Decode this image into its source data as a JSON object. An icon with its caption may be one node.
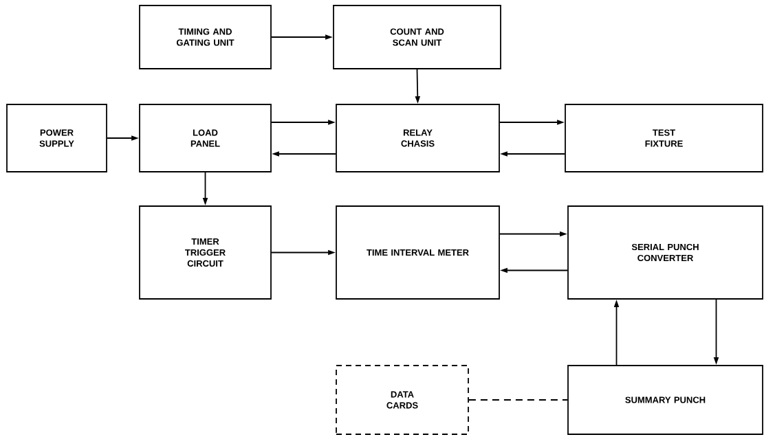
{
  "diagram": {
    "nodes": [
      {
        "text": [
          "TIMING AND GATING UNIT"
        ]
      },
      {
        "text": [
          "COUNT AND SCAN UNIT"
        ]
      },
      {
        "text": [
          "POWER SUPPLY"
        ]
      },
      {
        "text": [
          "LOAD PANEL"
        ]
      },
      {
        "text": [
          "RELAY CHASIS"
        ]
      },
      {
        "text": [
          "TEST FIXTURE"
        ]
      },
      {
        "text": [
          "TIMER TRIGGER CIRCUIT"
        ]
      },
      {
        "text": [
          "TIME INTERVAL METER"
        ]
      },
      {
        "text": [
          "SERIAL PUNCH CONVERTER"
        ]
      },
      {
        "text": [
          "DATA CARDS"
        ]
      },
      {
        "text": [
          "SUMMARY PUNCH"
        ]
      }
    ],
    "edges": [
      {
        "from": 0,
        "to": 1,
        "arrow": "to"
      },
      {
        "from": 1,
        "to": 4,
        "arrow": "to"
      },
      {
        "from": 2,
        "to": 3,
        "arrow": "to"
      },
      {
        "from": 3,
        "to": 4,
        "arrow": "to"
      },
      {
        "from": 4,
        "to": 3,
        "arrow": "to"
      },
      {
        "from": 4,
        "to": 5,
        "arrow": "to"
      },
      {
        "from": 5,
        "to": 4,
        "arrow": "to"
      },
      {
        "from": 3,
        "to": 6,
        "arrow": "to"
      },
      {
        "from": 6,
        "to": 7,
        "arrow": "to"
      },
      {
        "from": 7,
        "to": 8,
        "arrow": "to"
      },
      {
        "from": 8,
        "to": 7,
        "arrow": "to"
      },
      {
        "from": 10,
        "to": 8,
        "arrow": "to"
      },
      {
        "from": 8,
        "to": 10,
        "arrow": "to"
      },
      {
        "from": 9,
        "to": 10,
        "arrow": "none",
        "style": "dashed"
      }
    ]
  }
}
